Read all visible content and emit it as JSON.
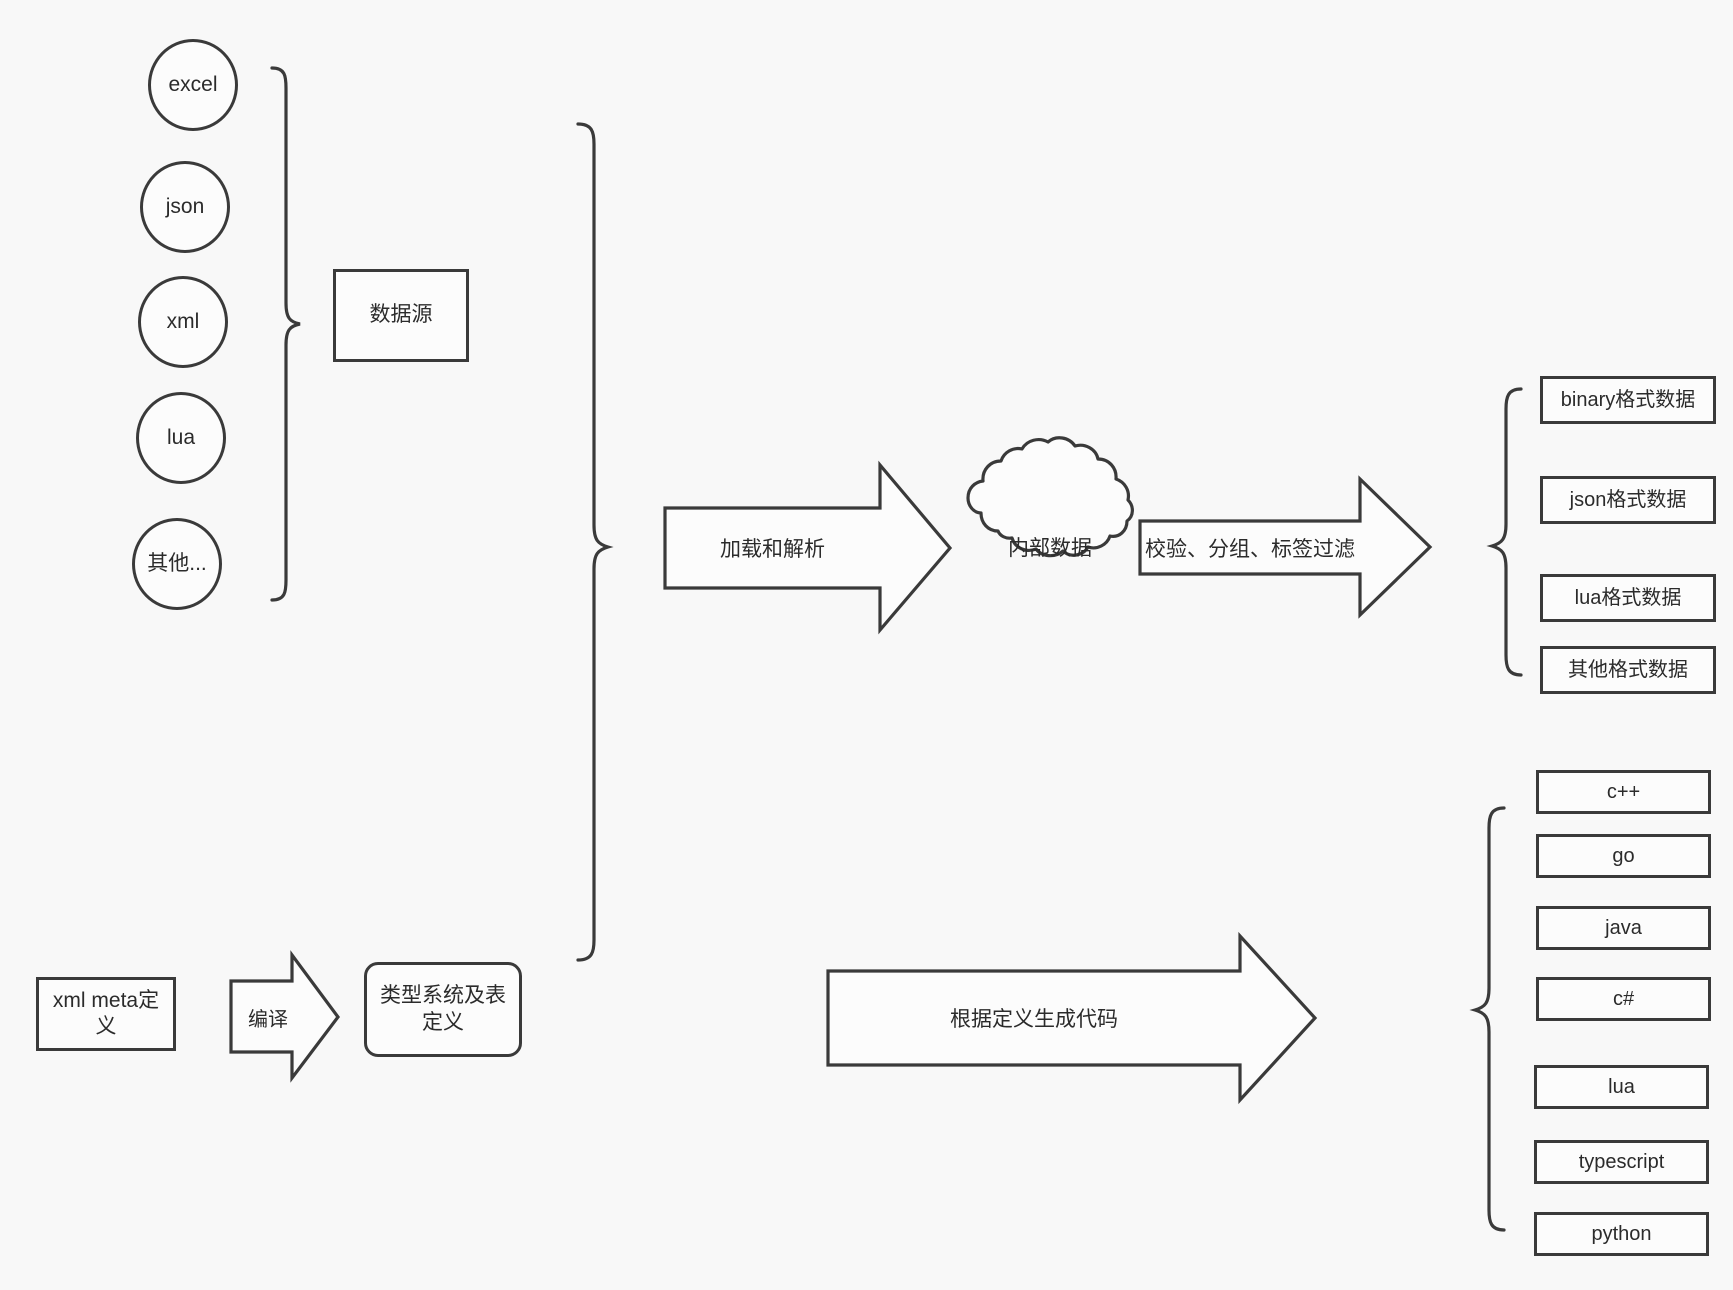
{
  "diagram": {
    "title": "data pipeline architecture diagram",
    "background_color": "#f8f8f8",
    "stroke_color": "#3a3a3a",
    "fill_color": "#fcfcfc",
    "text_color": "#2b2b2b"
  },
  "sources": {
    "items": [
      {
        "label": "excel"
      },
      {
        "label": "json"
      },
      {
        "label": "xml"
      },
      {
        "label": "lua"
      },
      {
        "label": "其他..."
      }
    ],
    "group_label": "数据源"
  },
  "meta": {
    "definition_label": "xml meta定义",
    "compile_arrow_label": "编译",
    "type_system_label": "类型系统及表\n定义"
  },
  "pipeline": {
    "load_arrow_label": "加载和解析",
    "internal_data_label": "内部数据",
    "filter_arrow_label": "校验、分组、标签过滤",
    "codegen_arrow_label": "根据定义生成代码"
  },
  "data_outputs": {
    "items": [
      {
        "label": "binary格式数据"
      },
      {
        "label": "json格式数据"
      },
      {
        "label": "lua格式数据"
      },
      {
        "label": "其他格式数据"
      }
    ]
  },
  "code_outputs": {
    "items": [
      {
        "label": "c++"
      },
      {
        "label": "go"
      },
      {
        "label": "java"
      },
      {
        "label": "c#"
      },
      {
        "label": "lua"
      },
      {
        "label": "typescript"
      },
      {
        "label": "python"
      }
    ]
  }
}
